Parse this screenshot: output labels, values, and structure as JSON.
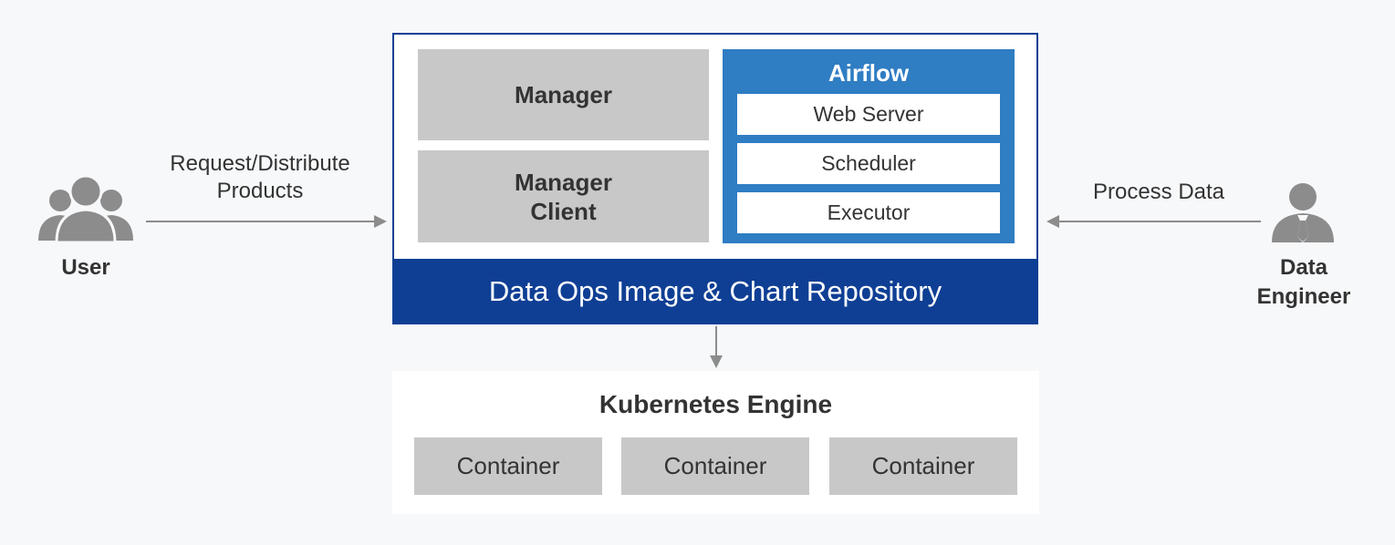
{
  "user": {
    "label": "User",
    "action_line1": "Request/Distribute",
    "action_line2": "Products"
  },
  "engineer": {
    "label_line1": "Data",
    "label_line2": "Engineer",
    "action": "Process Data"
  },
  "repository": {
    "manager": "Manager",
    "manager_client_line1": "Manager",
    "manager_client_line2": "Client",
    "airflow": {
      "title": "Airflow",
      "items": [
        "Web Server",
        "Scheduler",
        "Executor"
      ]
    },
    "title": "Data Ops Image & Chart Repository"
  },
  "kubernetes": {
    "title": "Kubernetes Engine",
    "containers": [
      "Container",
      "Container",
      "Container"
    ]
  },
  "colors": {
    "navy": "#0f3f94",
    "airflow_blue": "#2f7dc3",
    "block_gray": "#c8c8c8",
    "icon_gray": "#8c8c8c",
    "arrow_gray": "#8c8c8c"
  }
}
